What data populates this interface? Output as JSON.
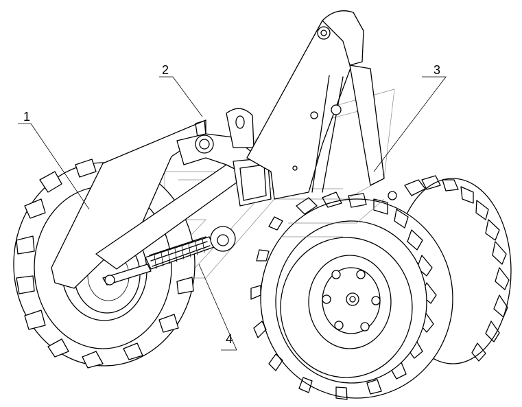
{
  "diagram": {
    "callouts": [
      {
        "id": "1",
        "label": "1"
      },
      {
        "id": "2",
        "label": "2"
      },
      {
        "id": "3",
        "label": "3"
      },
      {
        "id": "4",
        "label": "4"
      }
    ],
    "colors": {
      "line": "#000000",
      "background": "#ffffff",
      "watermark": "#8a8a8a"
    },
    "watermark_icons": [
      "arrow-pair-watermark"
    ]
  }
}
